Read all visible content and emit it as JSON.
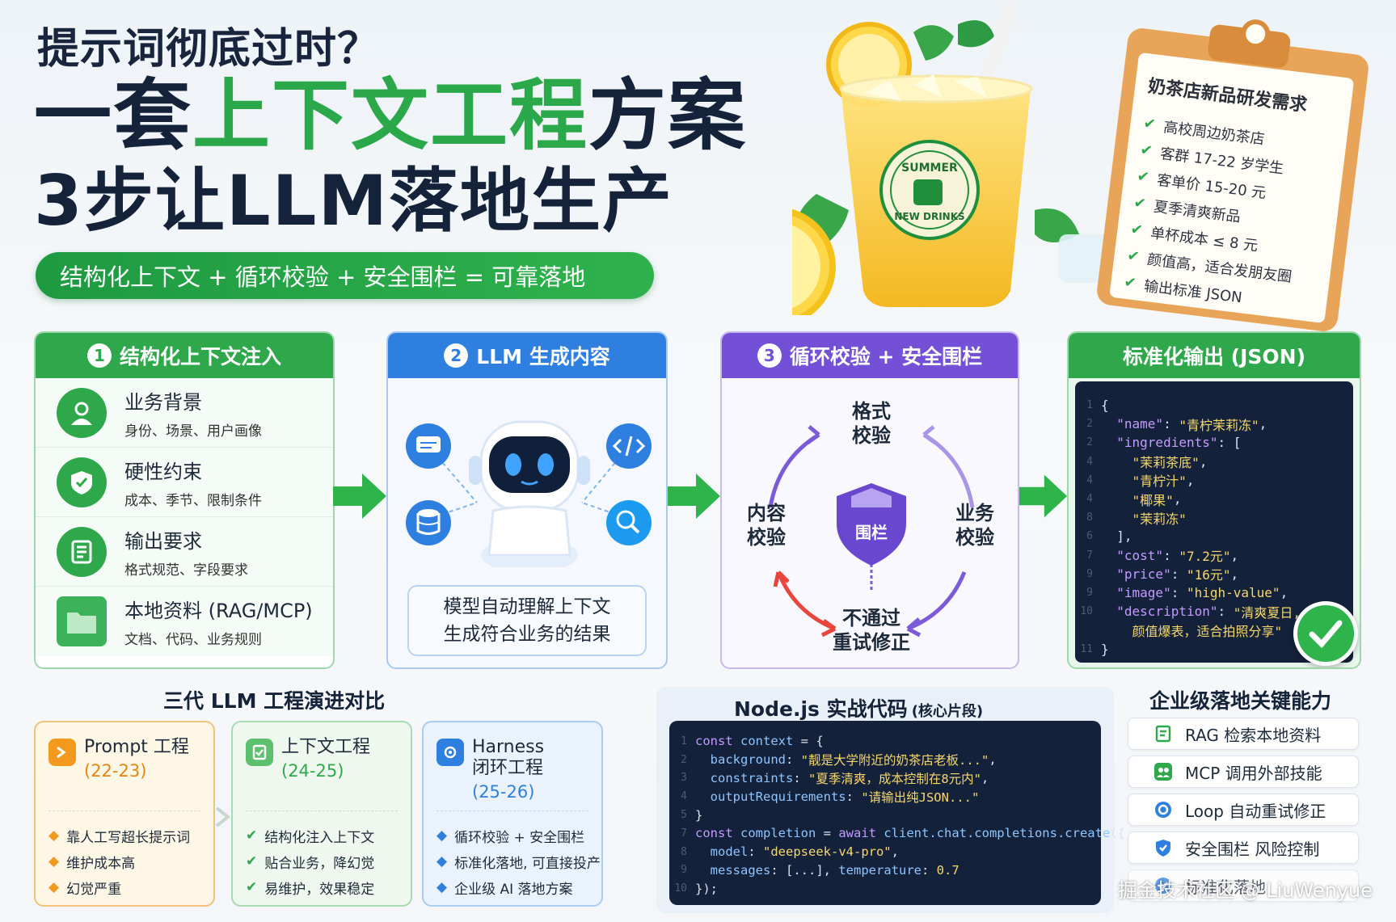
{
  "hero": {
    "line1": "提示词彻底过时？",
    "line2_prefix": "一套",
    "line2_highlight": "上下文工程",
    "line2_suffix": "方案",
    "line3": "3步让LLM落地生产",
    "formula": "结构化上下文 + 循环校验 + 安全围栏 = 可靠落地"
  },
  "drink": {
    "badge_top": "SUMMER",
    "badge_bottom": "NEW DRINKS"
  },
  "clipboard": {
    "title": "奶茶店新品研发需求",
    "items": [
      "高校周边奶茶店",
      "客群 17-22 岁学生",
      "客单价 15-20 元",
      "夏季清爽新品",
      "单杯成本 ≤ 8 元",
      "颜值高，适合发朋友圈",
      "输出标准 JSON"
    ]
  },
  "step1": {
    "num": "1",
    "title": "结构化上下文注入",
    "rows": [
      {
        "title": "业务背景",
        "sub": "身份、场景、用户画像",
        "icon": "user-icon"
      },
      {
        "title": "硬性约束",
        "sub": "成本、季节、限制条件",
        "icon": "shield-check-icon"
      },
      {
        "title": "输出要求",
        "sub": "格式规范、字段要求",
        "icon": "list-icon"
      },
      {
        "title": "本地资料 (RAG/MCP)",
        "sub": "文档、代码、业务规则",
        "icon": "folder-icon"
      }
    ]
  },
  "step2": {
    "num": "2",
    "title": "LLM 生成内容",
    "caption_line1": "模型自动理解上下文",
    "caption_line2": "生成符合业务的结果"
  },
  "step3": {
    "num": "3",
    "title": "循环校验 + 安全围栏",
    "top_label": "格式\n校验",
    "left_label": "内容\n校验",
    "right_label": "业务\n校验",
    "bottom_label": "不通过\n重试修正",
    "shield_label": "围栏"
  },
  "step4": {
    "title": "标准化输出 (JSON)",
    "lines": [
      {
        "n": "1",
        "parts": [
          {
            "t": "{",
            "c": "cp"
          }
        ]
      },
      {
        "n": "2",
        "parts": [
          {
            "t": "  \"name\"",
            "c": "ck"
          },
          {
            "t": ": ",
            "c": "cp"
          },
          {
            "t": "\"青柠茉莉冻\"",
            "c": "cs"
          },
          {
            "t": ",",
            "c": "cp"
          }
        ]
      },
      {
        "n": "2",
        "parts": [
          {
            "t": "  \"ingredients\"",
            "c": "ck"
          },
          {
            "t": ": [",
            "c": "cp"
          }
        ]
      },
      {
        "n": "4",
        "parts": [
          {
            "t": "    \"茉莉茶底\"",
            "c": "cs"
          },
          {
            "t": ",",
            "c": "cp"
          }
        ]
      },
      {
        "n": "4",
        "parts": [
          {
            "t": "    \"青柠汁\"",
            "c": "cs"
          },
          {
            "t": ",",
            "c": "cp"
          }
        ]
      },
      {
        "n": "4",
        "parts": [
          {
            "t": "    \"椰果\"",
            "c": "cs"
          },
          {
            "t": ",",
            "c": "cp"
          }
        ]
      },
      {
        "n": "8",
        "parts": [
          {
            "t": "    \"茉莉冻\"",
            "c": "cs"
          }
        ]
      },
      {
        "n": "6",
        "parts": [
          {
            "t": "  ],",
            "c": "cp"
          }
        ]
      },
      {
        "n": "7",
        "parts": [
          {
            "t": "  \"cost\"",
            "c": "ck"
          },
          {
            "t": ": ",
            "c": "cp"
          },
          {
            "t": "\"7.2元\"",
            "c": "cs"
          },
          {
            "t": ",",
            "c": "cp"
          }
        ]
      },
      {
        "n": "9",
        "parts": [
          {
            "t": "  \"price\"",
            "c": "ck"
          },
          {
            "t": ": ",
            "c": "cp"
          },
          {
            "t": "\"16元\"",
            "c": "cs"
          },
          {
            "t": ",",
            "c": "cp"
          }
        ]
      },
      {
        "n": "9",
        "parts": [
          {
            "t": "  \"image\"",
            "c": "ck"
          },
          {
            "t": ": ",
            "c": "cp"
          },
          {
            "t": "\"high-value\"",
            "c": "cs"
          },
          {
            "t": ",",
            "c": "cp"
          }
        ]
      },
      {
        "n": "10",
        "parts": [
          {
            "t": "  \"description\"",
            "c": "ck"
          },
          {
            "t": ": ",
            "c": "cp"
          },
          {
            "t": "\"清爽夏日,",
            "c": "cs"
          }
        ]
      },
      {
        "n": "",
        "parts": [
          {
            "t": "    颜值爆表，适合拍照分享\"",
            "c": "cs"
          }
        ]
      },
      {
        "n": "11",
        "parts": [
          {
            "t": "}",
            "c": "cp"
          }
        ]
      }
    ]
  },
  "generations": {
    "title": "三代 LLM 工程演进对比",
    "cards": [
      {
        "name": "Prompt 工程",
        "years": "(22-23)",
        "color": "#e8850f",
        "mark": "◆",
        "items": [
          "靠人工写超长提示词",
          "维护成本高",
          "幻觉严重"
        ]
      },
      {
        "name": "上下文工程",
        "years": "(24-25)",
        "color": "#2fa84c",
        "mark": "✔",
        "items": [
          "结构化注入上下文",
          "贴合业务，降幻觉",
          "易维护，效果稳定"
        ]
      },
      {
        "name": "Harness\n闭环工程",
        "years": "(25-26)",
        "color": "#2f7fe0",
        "mark": "◆",
        "items": [
          "循环校验 + 安全围栏",
          "标准化落地, 可直接投产",
          "企业级 AI 落地方案"
        ]
      }
    ]
  },
  "code": {
    "title": "Node.js 实战代码",
    "title_note": "(核心片段)",
    "lines": [
      {
        "n": "1",
        "parts": [
          {
            "t": "const ",
            "c": "ck"
          },
          {
            "t": "context",
            "c": "cn"
          },
          {
            "t": " = {",
            "c": "cp"
          }
        ]
      },
      {
        "n": "2",
        "parts": [
          {
            "t": "  background",
            "c": "cn"
          },
          {
            "t": ": ",
            "c": "cp"
          },
          {
            "t": "\"靓是大学附近的奶茶店老板...\"",
            "c": "cs"
          },
          {
            "t": ",",
            "c": "cp"
          }
        ]
      },
      {
        "n": "3",
        "parts": [
          {
            "t": "  constraints",
            "c": "cn"
          },
          {
            "t": ": ",
            "c": "cp"
          },
          {
            "t": "\"夏季清爽，成本控制在8元内\"",
            "c": "cs"
          },
          {
            "t": ",",
            "c": "cp"
          }
        ]
      },
      {
        "n": "4",
        "parts": [
          {
            "t": "  outputRequirements",
            "c": "cn"
          },
          {
            "t": ": ",
            "c": "cp"
          },
          {
            "t": "\"请输出纯JSON...\"",
            "c": "cs"
          }
        ]
      },
      {
        "n": "5",
        "parts": [
          {
            "t": "}",
            "c": "cp"
          }
        ]
      },
      {
        "n": "7",
        "parts": [
          {
            "t": "const ",
            "c": "ck"
          },
          {
            "t": "completion",
            "c": "cn"
          },
          {
            "t": " = ",
            "c": "cp"
          },
          {
            "t": "await ",
            "c": "ck"
          },
          {
            "t": "client.chat.completions.create",
            "c": "cn"
          },
          {
            "t": "({",
            "c": "cp"
          }
        ]
      },
      {
        "n": "8",
        "parts": [
          {
            "t": "  model",
            "c": "cn"
          },
          {
            "t": ": ",
            "c": "cp"
          },
          {
            "t": "\"deepseek-v4-pro\"",
            "c": "cs"
          },
          {
            "t": ",",
            "c": "cp"
          }
        ]
      },
      {
        "n": "9",
        "parts": [
          {
            "t": "  messages",
            "c": "cn"
          },
          {
            "t": ": [...], ",
            "c": "cp"
          },
          {
            "t": "temperature",
            "c": "cn"
          },
          {
            "t": ": ",
            "c": "cp"
          },
          {
            "t": "0.7",
            "c": "cs"
          }
        ]
      },
      {
        "n": "10",
        "parts": [
          {
            "t": "});",
            "c": "cp"
          }
        ]
      }
    ]
  },
  "capabilities": {
    "title": "企业级落地关键能力",
    "items": [
      {
        "label": "RAG 检索本地资料",
        "icon": "document-icon",
        "color": "#2fa84c"
      },
      {
        "label": "MCP 调用外部技能",
        "icon": "people-icon",
        "color": "#2fa84c"
      },
      {
        "label": "Loop 自动重试修正",
        "icon": "loop-icon",
        "color": "#2f7fe0"
      },
      {
        "label": "安全围栏 风险控制",
        "icon": "shield-icon",
        "color": "#2f7fe0"
      },
      {
        "label": "标准化落地",
        "icon": "check-icon",
        "color": "#2f7fe0"
      }
    ]
  },
  "watermark": "掘金技术社区 @ LiuWenyue"
}
